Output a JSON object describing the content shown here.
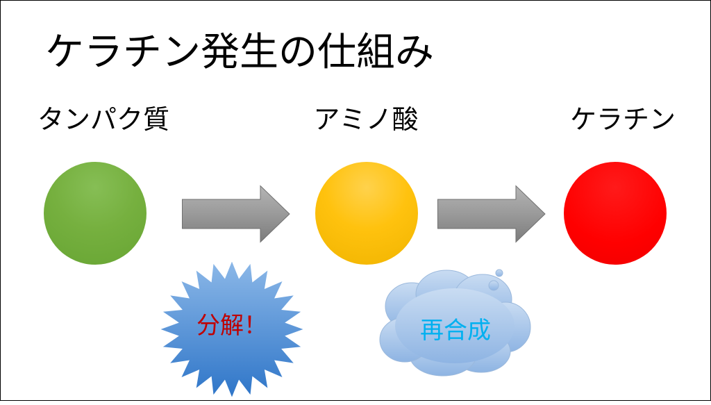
{
  "slide": {
    "title": "ケラチン発生の仕組み",
    "stages": [
      {
        "label": "タンパク質",
        "color": "#70AD47"
      },
      {
        "label": "アミノ酸",
        "color": "#FFC000"
      },
      {
        "label": "ケラチン",
        "color": "#FF0000"
      }
    ],
    "callouts": {
      "decompose": {
        "text": "分解！",
        "text_color": "#C00000",
        "fill_color": "#5B9BD5"
      },
      "resynthesis": {
        "text": "再合成",
        "text_color": "#00B0F0",
        "fill_color": "#9DC3E6"
      }
    }
  }
}
